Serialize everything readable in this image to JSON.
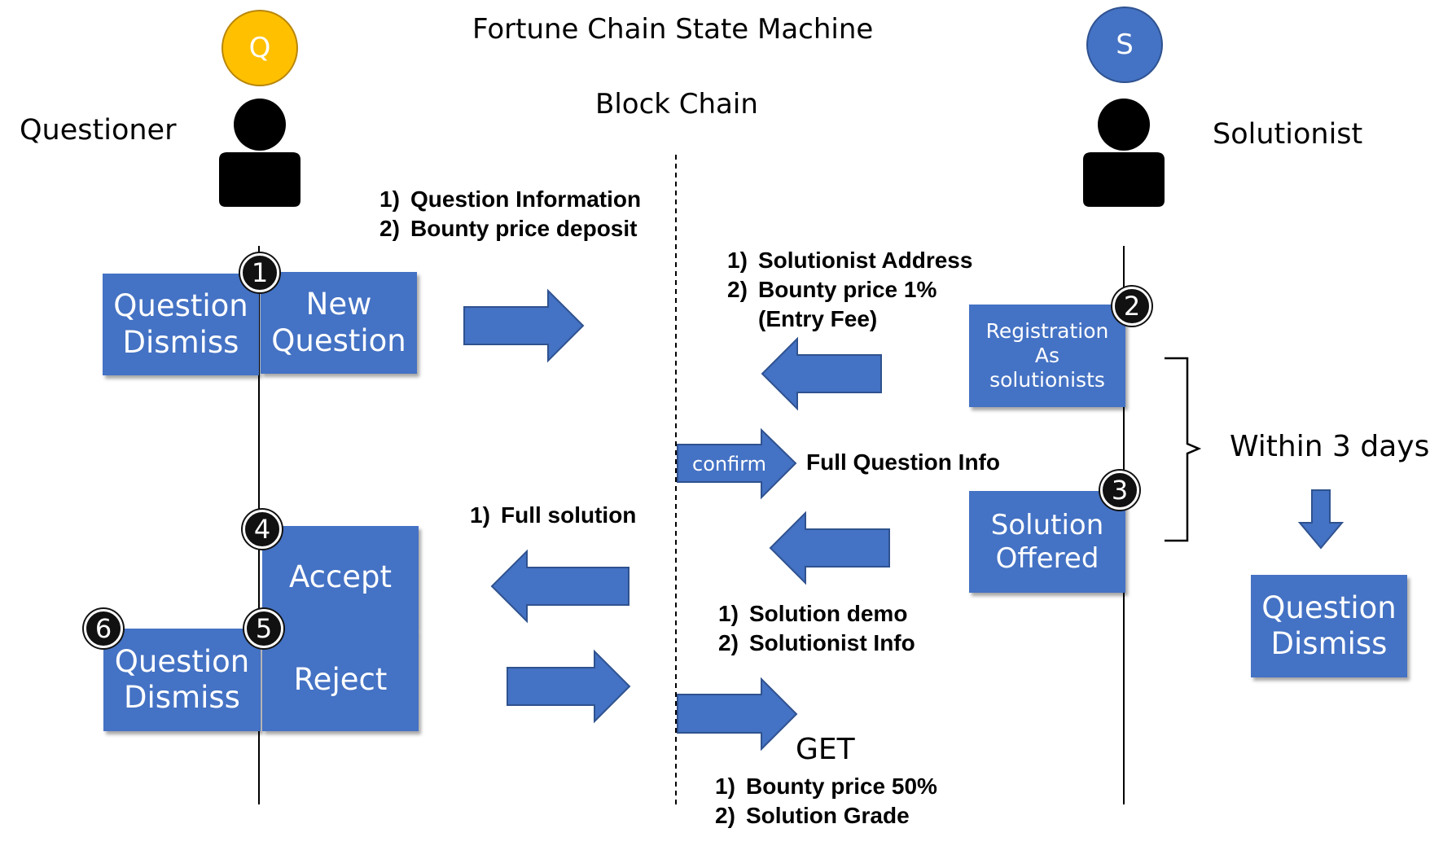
{
  "header": {
    "title": "Fortune Chain State Machine",
    "subtitle": "Block Chain"
  },
  "questioner": {
    "badge": "Q",
    "label": "Questioner",
    "badge_color": "#FFC000"
  },
  "solutionist": {
    "badge": "S",
    "label": "Solutionist",
    "badge_color": "#4472C4"
  },
  "states": {
    "question_dismiss_left": "Question\nDismiss",
    "new_question": "New\nQuestion",
    "registration": "Registration\nAs\nsolutionists",
    "solution_offered": "Solution\nOffered",
    "accept": "Accept",
    "question_dismiss_bottom": "Question\nDismiss",
    "reject": "Reject",
    "question_dismiss_right": "Question\nDismiss"
  },
  "steps": {
    "s1": "1",
    "s2": "2",
    "s3": "3",
    "s4": "4",
    "s5": "5",
    "s6": "6"
  },
  "messages": {
    "question_info": [
      {
        "n": "1)",
        "t": "Question Information"
      },
      {
        "n": "2)",
        "t": "Bounty price deposit"
      }
    ],
    "registration_info": [
      {
        "n": "1)",
        "t": "Solutionist Address"
      },
      {
        "n": "2)",
        "t": "Bounty price 1%"
      },
      {
        "n": "",
        "t": "(Entry Fee)"
      }
    ],
    "confirm": "confirm",
    "full_question_info": "Full Question Info",
    "full_solution": [
      {
        "n": "1)",
        "t": "Full solution"
      }
    ],
    "solution_demo": [
      {
        "n": "1)",
        "t": "Solution demo"
      },
      {
        "n": "2)",
        "t": "Solutionist Info"
      }
    ],
    "get": "GET",
    "get_items": [
      {
        "n": "1)",
        "t": "Bounty price 50%"
      },
      {
        "n": "2)",
        "t": "Solution Grade"
      }
    ],
    "within": "Within 3 days"
  },
  "colors": {
    "box_fill": "#4472C4",
    "arrow_fill": "#4472C4",
    "arrow_stroke": "#2F528F"
  }
}
